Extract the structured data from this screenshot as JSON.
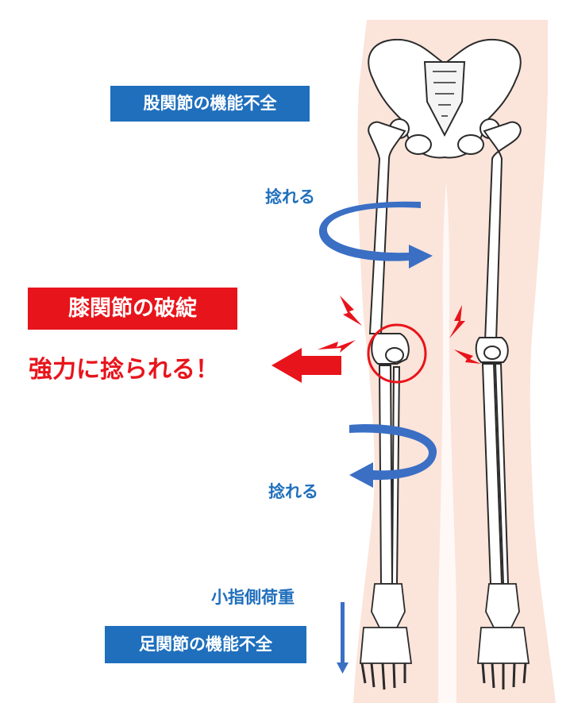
{
  "labels": {
    "hip": "股関節の機能不全",
    "twist_upper": "捻れる",
    "knee_title": "膝関節の破綻",
    "knee_twist": "強力に捻られる！",
    "twist_lower": "捻れる",
    "pinky_load": "小指側荷重",
    "ankle": "足関節の機能不全"
  },
  "colors": {
    "blue": "#1f6fbd",
    "arrow_blue": "#3a6fc4",
    "red": "#e8141b",
    "skin": "#fbe4da",
    "bone_outline": "#2b2b2b"
  },
  "icons": {
    "rotation_arrow_upper": "curved-arrow-right-icon",
    "rotation_arrow_lower": "curved-arrow-left-icon",
    "lightning": "lightning-bolt-icon",
    "knee_marker": "circle-highlight-icon",
    "big_arrow": "arrow-left-icon",
    "down_arrow": "arrow-down-icon"
  }
}
